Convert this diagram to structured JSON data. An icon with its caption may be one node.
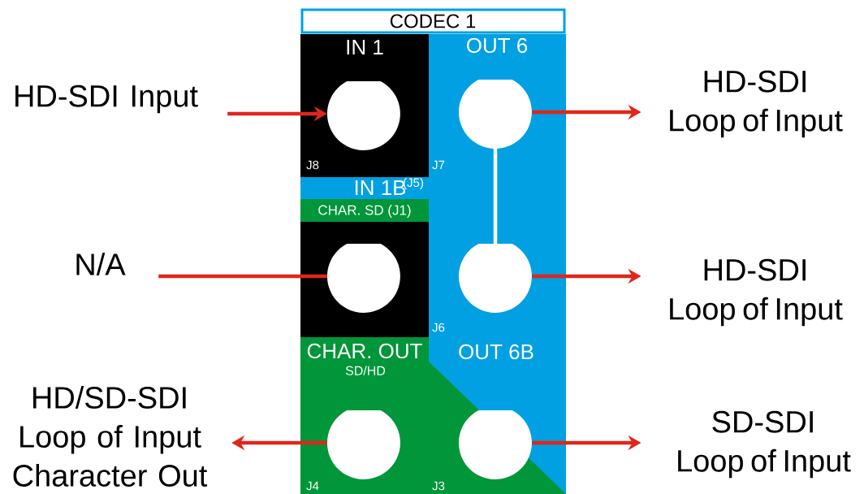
{
  "diagram": {
    "nodes": [
      {
        "text": [
          "CODEC 1"
        ]
      },
      {
        "text": [
          "IN 1",
          "J8"
        ]
      },
      {
        "text": [
          "OUT 6",
          "J7",
          "J6",
          "OUT 6B"
        ]
      },
      {
        "text": [
          "IN 1B",
          "(J5)"
        ]
      },
      {
        "text": [
          "CHAR. SD (J1)"
        ]
      },
      {
        "text": [],
        "shape": "box"
      },
      {
        "text": [
          "CHAR. OUT",
          "SD/HD",
          "J4",
          "J3"
        ]
      },
      {
        "text": [],
        "shape": "circle",
        "in": 1
      },
      {
        "text": [],
        "shape": "circle",
        "in": 2
      },
      {
        "text": [],
        "shape": "circle",
        "in": 2
      },
      {
        "text": [],
        "shape": "circle",
        "in": 5
      },
      {
        "text": [],
        "shape": "circle",
        "in": 6
      },
      {
        "text": [],
        "shape": "circle"
      },
      {
        "text": [
          "HD-SDI Input"
        ]
      },
      {
        "text": [
          "HD-SDI Loop of Input"
        ]
      },
      {
        "text": [
          "N/A"
        ]
      },
      {
        "text": [
          "HD-SDI Loop of Input"
        ]
      },
      {
        "text": [
          "HD/SD-SDI Loop of Input Character Out"
        ]
      },
      {
        "text": [
          "SD-SDI Loop of Input"
        ]
      }
    ],
    "edges": [
      {
        "from": 13,
        "to": 7,
        "arrow": "to"
      },
      {
        "from": 8,
        "to": 14,
        "arrow": "to"
      },
      {
        "from": 8,
        "to": 9,
        "arrow": "none",
        "color": "#ffffff"
      },
      {
        "from": 15,
        "to": 10,
        "arrow": "none"
      },
      {
        "from": 9,
        "to": 16,
        "arrow": "to"
      },
      {
        "from": 11,
        "to": 17,
        "arrow": "to"
      },
      {
        "from": 12,
        "to": 18,
        "arrow": "to"
      }
    ]
  }
}
